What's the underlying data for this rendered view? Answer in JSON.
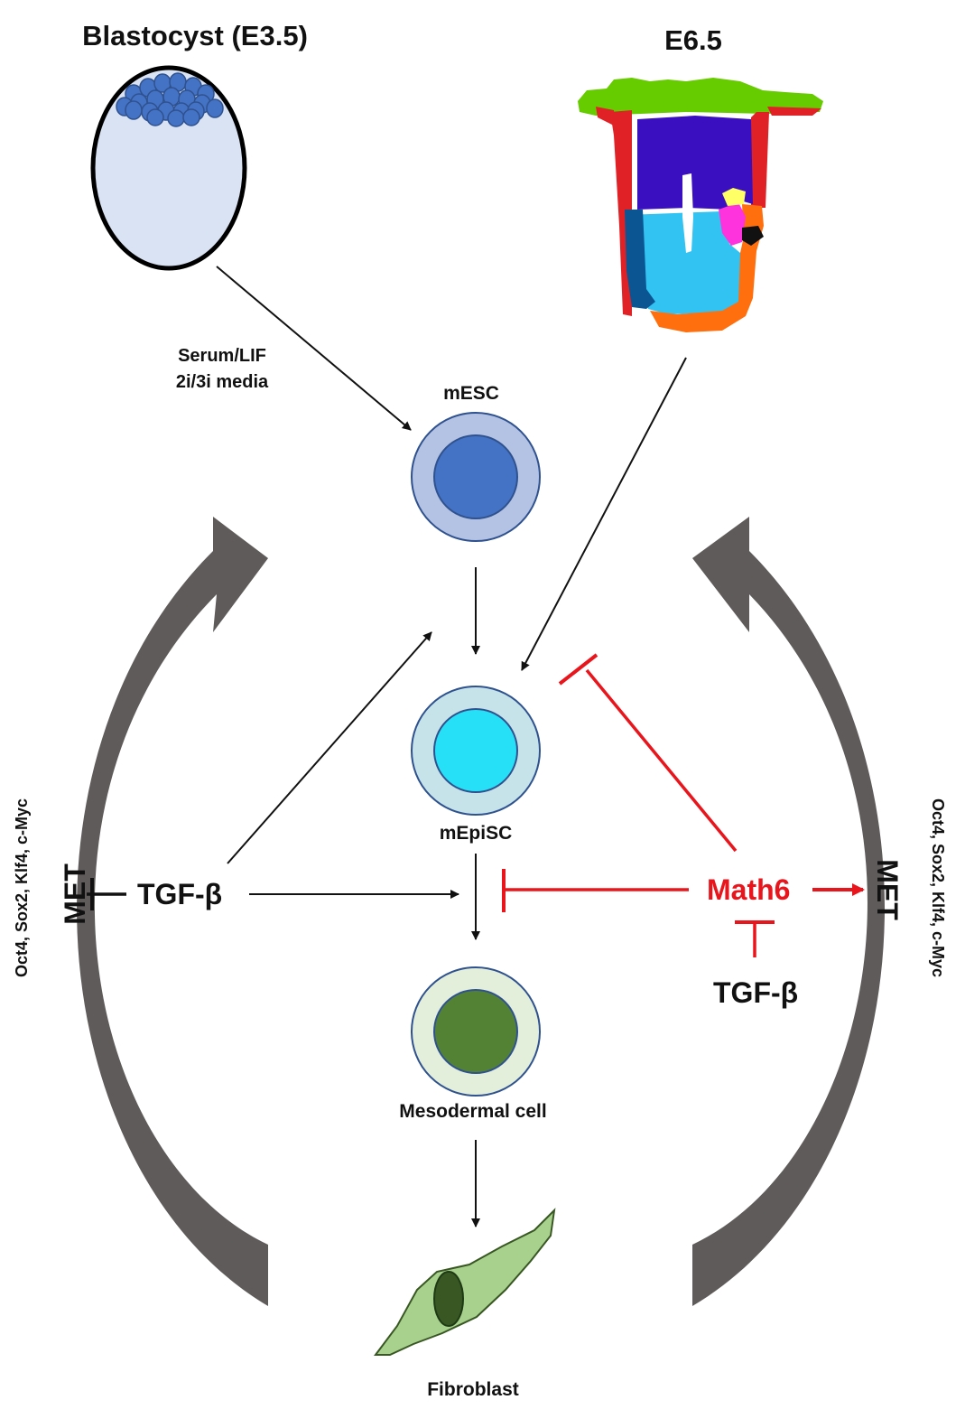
{
  "titles": {
    "blastocyst": "Blastocyst (E3.5)",
    "embryo": "E6.5"
  },
  "conditions": {
    "line1": "Serum/LIF",
    "line2": "2i/3i media"
  },
  "cells": {
    "mesc": "mESC",
    "mepisc": "mEpiSC",
    "mesodermal": "Mesodermal cell",
    "fibroblast": "Fibroblast"
  },
  "regulators": {
    "tgf_left": "TGF-β",
    "tgf_right": "TGF-β",
    "math6": "Math6",
    "met_left": "MET",
    "met_right": "MET"
  },
  "reprogramming": {
    "left": "Oct4, Sox2, Klf4, c-Myc",
    "right": "Oct4, Sox2, Klf4, c-Myc"
  },
  "colors": {
    "inhibition_red": "#e8161c",
    "big_arrow_gray": "#5f5b5b",
    "mesc_outer": "#b4c3e3",
    "mesc_inner": "#4472c4",
    "mepisc_outer": "#c5e3e8",
    "mepisc_inner": "#26e0f8",
    "meso_outer": "#e3efda",
    "meso_inner": "#548235",
    "fibroblast_body": "#a9d18e",
    "fibroblast_nucleus": "#385723",
    "blastocyst_fill": "#dae3f3",
    "blastocyst_icm": "#4472c4"
  }
}
